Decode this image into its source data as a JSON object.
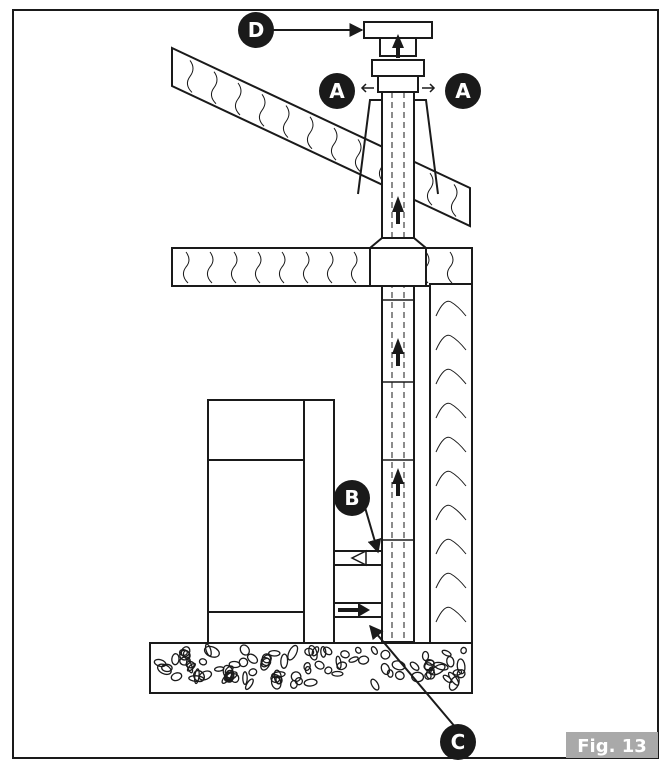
{
  "callouts": {
    "a_left": "A",
    "a_right": "A",
    "b": "B",
    "c": "C",
    "d": "D"
  },
  "figure_label": "Fig. 13",
  "colors": {
    "line": "#1a1a1a",
    "callout_fill": "#1a1a1a",
    "callout_text": "#ffffff",
    "fig_badge": "#a9a9a9",
    "fig_text": "#ffffff"
  }
}
